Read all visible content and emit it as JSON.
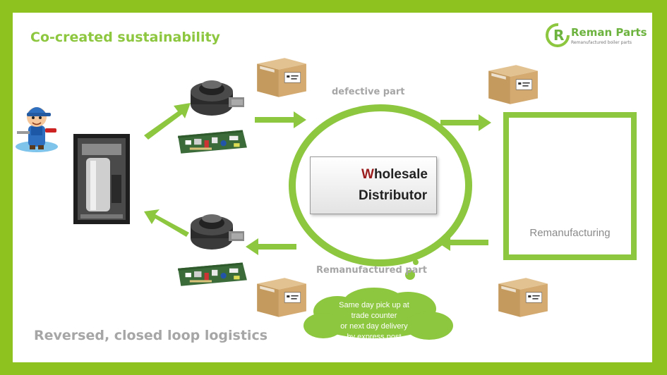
{
  "title": "Co-created sustainability",
  "footer_title": "Reversed, closed loop logistics",
  "logo": {
    "name": "Reman Parts",
    "tagline": "Remanufactured boiler parts",
    "mark": "R"
  },
  "labels": {
    "defective": "defective part",
    "remanufactured": "Remanufactured part"
  },
  "hub": {
    "line1_first": "W",
    "line1_rest": "holesale",
    "line2": "Distributor"
  },
  "factory": {
    "label": "Remanufacturing"
  },
  "cloud": {
    "line1": "Same day pick up at",
    "line2": "trade counter",
    "line3": "or next day delivery",
    "line4": "by express post"
  },
  "colors": {
    "accent": "#8dc63f",
    "border": "#8dc21f",
    "label_gray": "#a6a6a6",
    "hub_red": "#9b1c1c"
  },
  "icons": [
    "plumber-icon",
    "boiler-icon",
    "fan-icon",
    "circuit-board-icon",
    "box-icon",
    "person-icon",
    "building-icon",
    "cloud-icon",
    "arrow-icon"
  ]
}
